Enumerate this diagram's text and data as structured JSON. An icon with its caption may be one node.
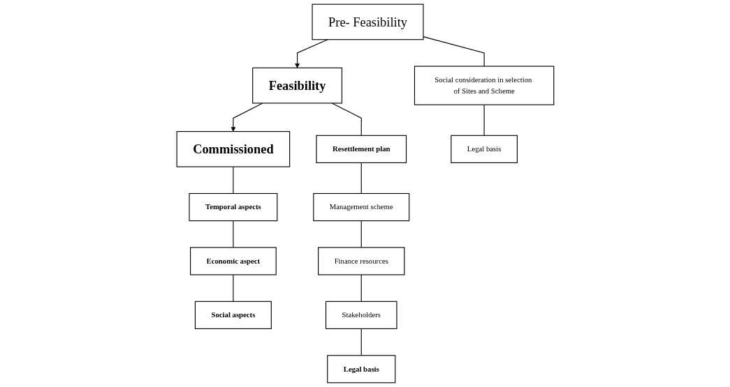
{
  "diagram": {
    "nodes": [
      {
        "text": [
          "Pre- Feasibility"
        ]
      },
      {
        "text": [
          "Feasibility"
        ]
      },
      {
        "text": [
          "Commissioned"
        ]
      },
      {
        "text": [
          "Social consideration in selection of Sites and Scheme"
        ]
      },
      {
        "text": [
          "Legal basis"
        ]
      },
      {
        "text": [
          "Resettlement plan"
        ]
      },
      {
        "text": [
          "Management scheme"
        ]
      },
      {
        "text": [
          "Finance resources"
        ]
      },
      {
        "text": [
          "Stakeholders"
        ]
      },
      {
        "text": [
          "Legal basis"
        ]
      },
      {
        "text": [
          "Temporal aspects"
        ]
      },
      {
        "text": [
          "Economic aspect"
        ]
      },
      {
        "text": [
          "Social aspects"
        ]
      }
    ],
    "edges": [
      {
        "from": 0,
        "to": 1,
        "arrow": "to"
      },
      {
        "from": 1,
        "to": 2,
        "arrow": "to"
      },
      {
        "from": 0,
        "to": 3,
        "arrow": "none"
      },
      {
        "from": 3,
        "to": 4,
        "arrow": "none"
      },
      {
        "from": 1,
        "to": 5,
        "arrow": "none"
      },
      {
        "from": 5,
        "to": 6,
        "arrow": "none"
      },
      {
        "from": 6,
        "to": 7,
        "arrow": "none"
      },
      {
        "from": 7,
        "to": 8,
        "arrow": "none"
      },
      {
        "from": 8,
        "to": 9,
        "arrow": "none"
      },
      {
        "from": 2,
        "to": 10,
        "arrow": "none"
      },
      {
        "from": 10,
        "to": 11,
        "arrow": "none"
      },
      {
        "from": 11,
        "to": 12,
        "arrow": "none"
      }
    ]
  }
}
